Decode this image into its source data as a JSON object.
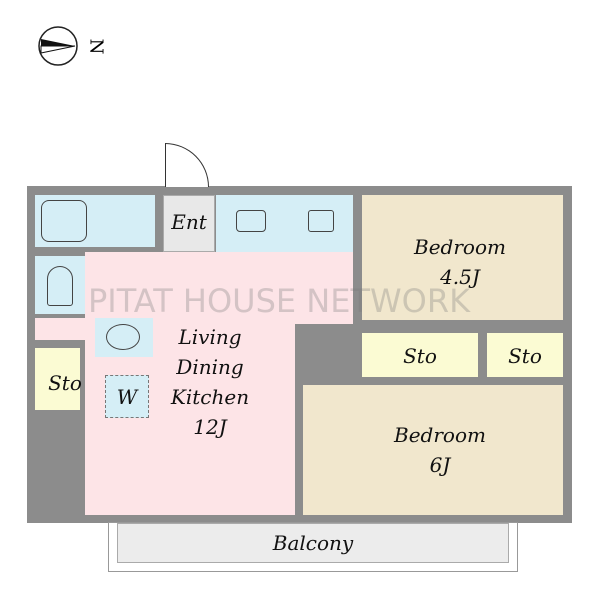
{
  "compass": {
    "label": "N"
  },
  "watermark": "PITAT HOUSE NETWORK",
  "rooms": {
    "entrance": "Ent",
    "ldk": [
      "Living",
      "Dining",
      "Kitchen",
      "12J"
    ],
    "bedroom1": [
      "Bedroom",
      "4.5J"
    ],
    "bedroom2": [
      "Bedroom",
      "6J"
    ],
    "storage_left": "Sto",
    "storage_mid": "Sto",
    "storage_right": "Sto",
    "washer": "W",
    "balcony": "Balcony"
  },
  "colors": {
    "wall": "#8c8c8c",
    "ldk": "#fde4e7",
    "wet": "#d5eef6",
    "bedroom": "#f1e7cd",
    "storage": "#fbfbd3"
  }
}
